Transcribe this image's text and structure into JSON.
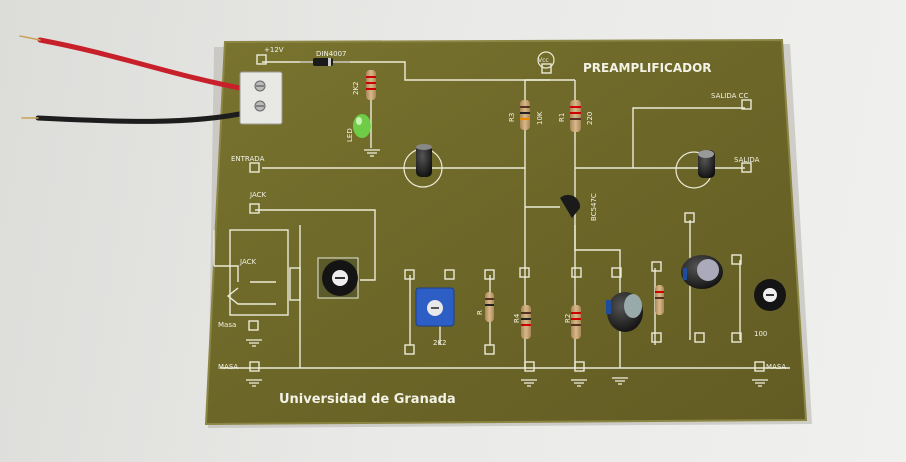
{
  "board": {
    "title": "PREAMPLIFICADOR",
    "university": "Universidad de Granada",
    "colors": {
      "pcb": "#6f6a2a",
      "pcb_edge": "#8a8440",
      "silk": "#f2f2e6",
      "wire_red": "#c8202a",
      "wire_black": "#1d1d1d"
    }
  },
  "labels": {
    "v12": "+12V",
    "diode": "DIN4007",
    "vcc": "Vcc",
    "r2k2": "2K2",
    "led": "LED",
    "entrada": "ENTRADA",
    "jack_top": "JACK",
    "jack_box": "JACK",
    "masa_left": "Masa",
    "masa_bottom": "MASA",
    "masa_right": "MASA",
    "salida_cc": "SALIDA CC",
    "salida": "SALIDA",
    "r3": "R3",
    "r3_val": "10K",
    "r1": "R1",
    "r1_val": "220",
    "transistor": "BC547C",
    "r4": "R4",
    "r2": "R2",
    "pot_val": "2K2",
    "r_mid": "R",
    "trim_val": "100"
  }
}
